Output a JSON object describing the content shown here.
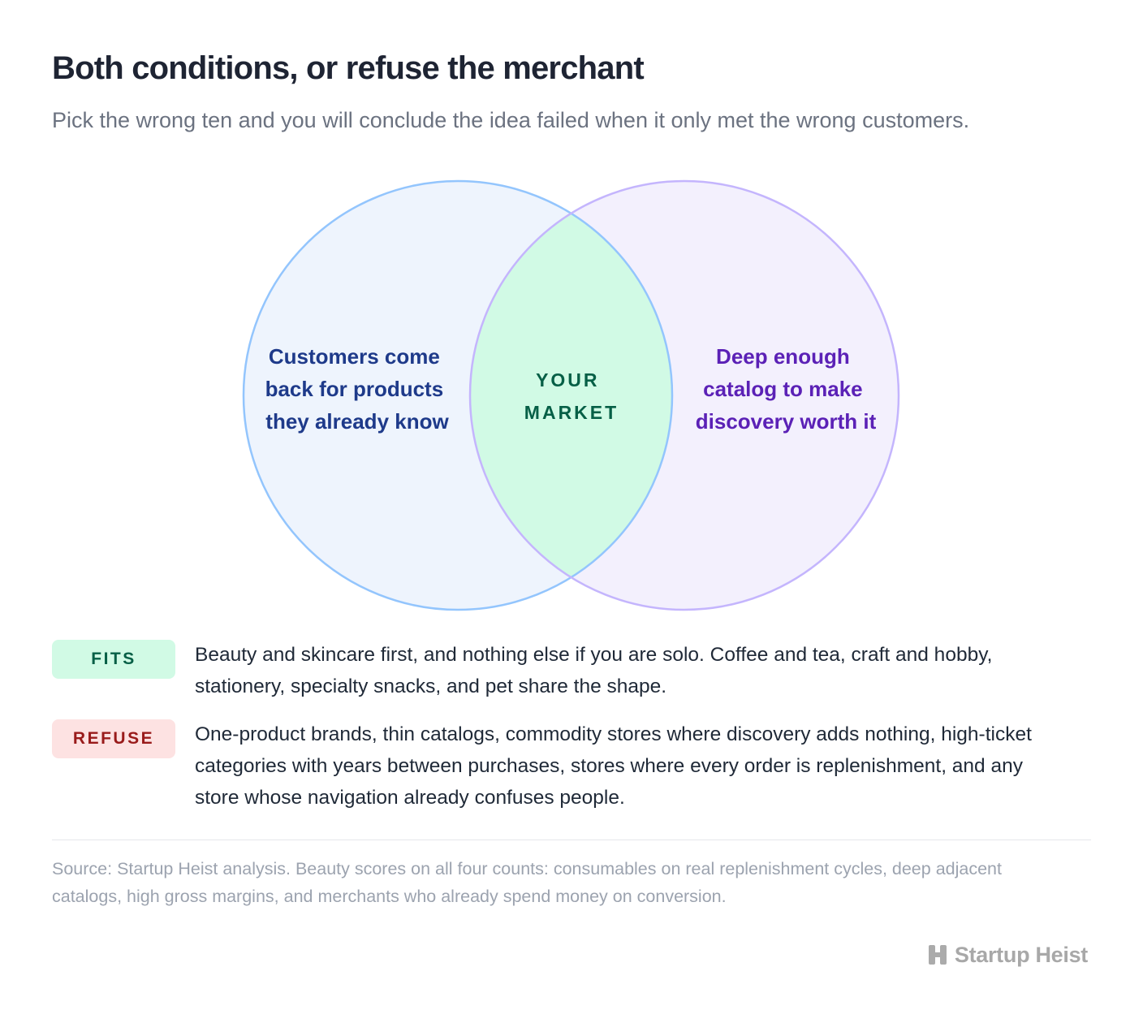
{
  "header": {
    "title": "Both conditions, or refuse the merchant",
    "subtitle": "Pick the wrong ten and you will conclude the idea failed when it only met the wrong customers."
  },
  "venn": {
    "left_circle": {
      "lines": [
        "Customers come",
        "back for products",
        "they already know"
      ],
      "fill": "#eef4fd",
      "stroke": "#93c5fd",
      "text_color": "#1e3a8a"
    },
    "right_circle": {
      "lines": [
        "Deep enough",
        "catalog to make",
        "discovery worth it"
      ],
      "fill": "#f3f0fd",
      "stroke": "#c4b5fd",
      "text_color": "#5b21b6"
    },
    "intersection": {
      "lines": [
        "YOUR",
        "MARKET"
      ],
      "fill": "#d1fae5",
      "text_color": "#065f46"
    }
  },
  "criteria": [
    {
      "badge": "FITS",
      "text": "Beauty and skincare first, and nothing else if you are solo. Coffee and tea, craft and hobby, stationery, specialty snacks, and pet share the shape."
    },
    {
      "badge": "REFUSE",
      "text": "One-product brands, thin catalogs, commodity stores where discovery adds nothing, high-ticket categories with years between purchases, stores where every order is replenishment, and any store whose navigation already confuses people."
    }
  ],
  "footer": {
    "source": "Source: Startup Heist analysis. Beauty scores on all four counts: consumables on real replenishment cycles, deep adjacent catalogs, high gross margins, and merchants who already spend money on conversion.",
    "brand": "Startup Heist",
    "brand_icon": "startup-heist-logo-icon"
  }
}
